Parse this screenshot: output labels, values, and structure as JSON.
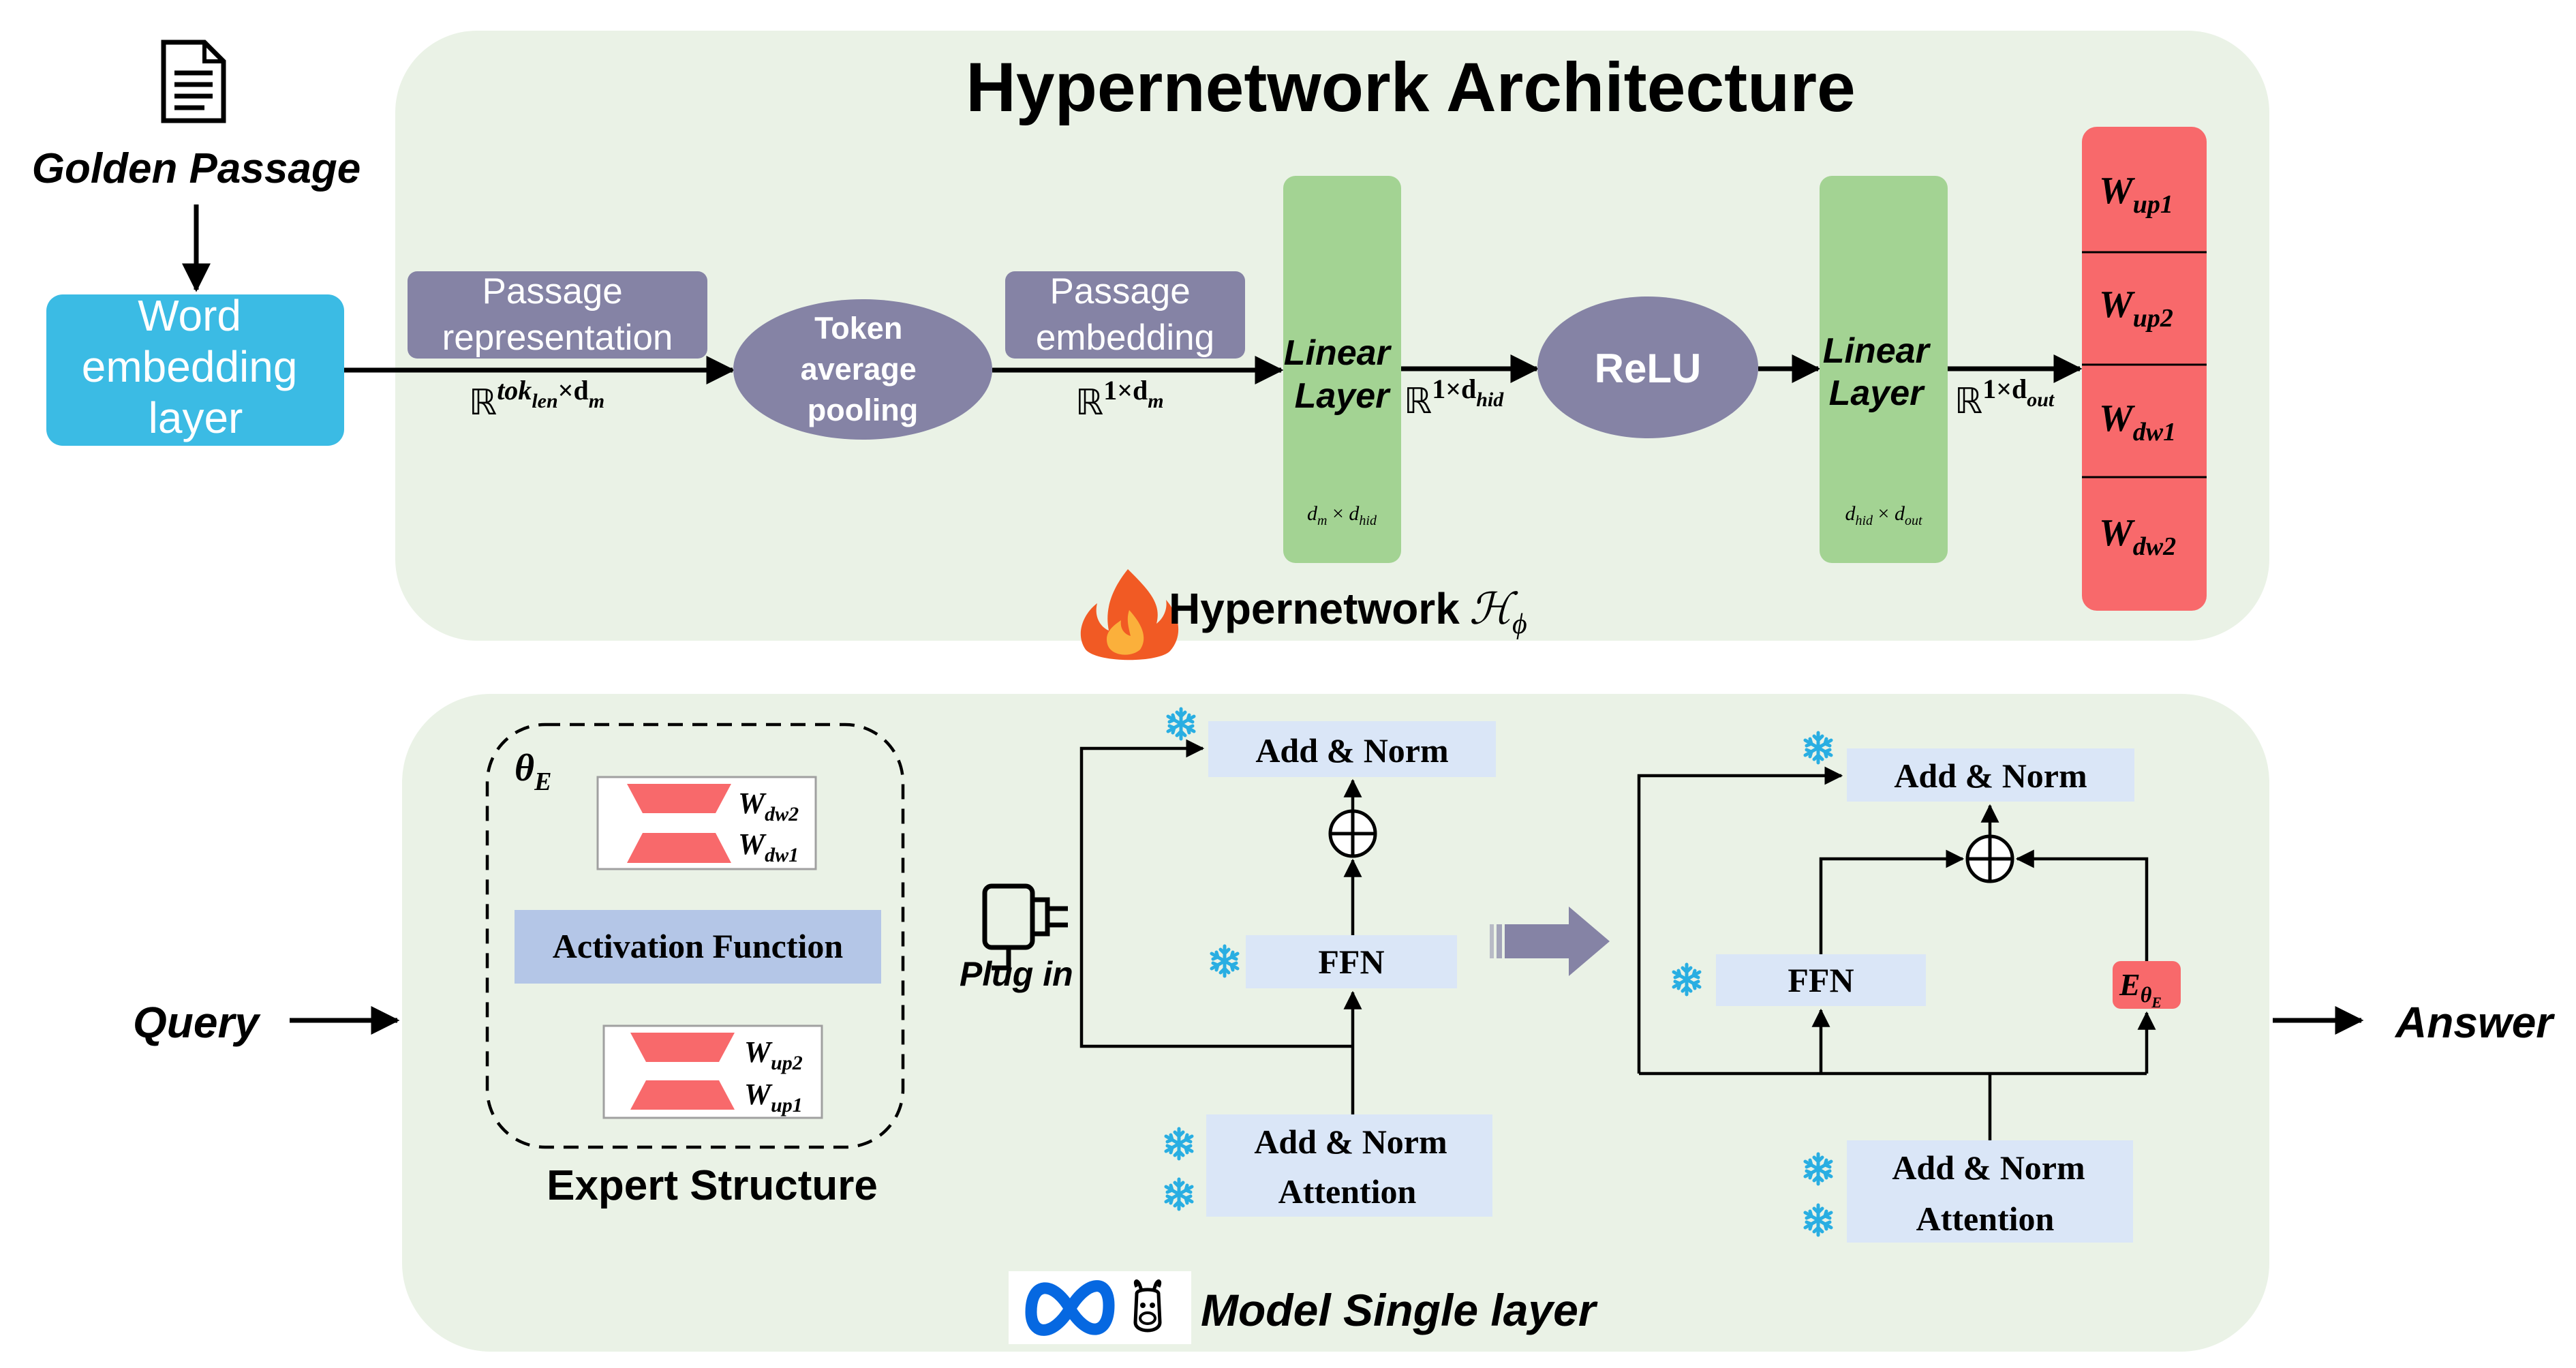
{
  "top_panel": {
    "title": "Hypernetwork Architecture",
    "golden_passage": "Golden Passage",
    "word_embedding": [
      "Word",
      "embedding",
      "layer"
    ],
    "passage_representation": [
      "Passage",
      "representation"
    ],
    "token_pooling": [
      "Token",
      "average",
      "pooling"
    ],
    "passage_embedding": [
      "Passage",
      "embedding"
    ],
    "linear_layer_1": {
      "label": [
        "Linear",
        "Layer"
      ],
      "dim_a": "d",
      "dim_a_sub": "m",
      "times": " × ",
      "dim_b": "d",
      "dim_b_sub": "hid"
    },
    "relu": "ReLU",
    "linear_layer_2": {
      "label": [
        "Linear",
        "Layer"
      ],
      "dim_a": "d",
      "dim_a_sub": "hid",
      "times": " × ",
      "dim_b": "d",
      "dim_b_sub": "out"
    },
    "shape_tok": {
      "base": "ℝ",
      "sup": "tok",
      "sup_sub": "len",
      "times": "×d",
      "times_sub": "m"
    },
    "shape_m": {
      "base": "ℝ",
      "sup": "1×d",
      "sup_sub": "m"
    },
    "shape_hid": {
      "base": "ℝ",
      "sup": "1×d",
      "sup_sub": "hid"
    },
    "shape_out": {
      "base": "ℝ",
      "sup": "1×d",
      "sup_sub": "out"
    },
    "outputs": [
      {
        "main": "W",
        "sub": "up1"
      },
      {
        "main": "W",
        "sub": "up2"
      },
      {
        "main": "W",
        "sub": "dw1"
      },
      {
        "main": "W",
        "sub": "dw2"
      }
    ],
    "hypernetwork_label": "Hypernetwork",
    "hypernetwork_symbol": "ℋ",
    "hypernetwork_sub": "ϕ",
    "fire_icon": "fire-icon"
  },
  "bottom_panel": {
    "query": "Query",
    "answer": "Answer",
    "expert": {
      "theta": "θ",
      "theta_sub": "E",
      "weights_top": [
        {
          "main": "W",
          "sub": "dw2"
        },
        {
          "main": "W",
          "sub": "dw1"
        }
      ],
      "activation": "Activation Function",
      "weights_bottom": [
        {
          "main": "W",
          "sub": "up2"
        },
        {
          "main": "W",
          "sub": "up1"
        }
      ],
      "caption": "Expert Structure"
    },
    "plug_in": "Plug in",
    "block_left": {
      "add_norm_top": "Add & Norm",
      "ffn": "FFN",
      "add_norm_bottom": "Add & Norm",
      "attention": "Attention"
    },
    "block_right": {
      "add_norm_top": "Add & Norm",
      "ffn": "FFN",
      "expert": "E",
      "expert_sub": "θ",
      "expert_sub_sub": "E",
      "add_norm_bottom": "Add & Norm",
      "attention": "Attention"
    },
    "model_label": "Model Single layer",
    "icons": [
      "document-icon",
      "plug-icon",
      "snowflake-icon",
      "meta-logo-icon",
      "llama-icon"
    ]
  },
  "colors": {
    "panel": "#eaf2e6",
    "word_embedding": "#3bbbe4",
    "purple": "#8583a5",
    "green": "#a3d393",
    "red": "#f8696b",
    "light_blue": "#dae6f7",
    "activation": "#b4c6e7",
    "snowflake": "#29aee2",
    "fire": "#f15a24"
  }
}
